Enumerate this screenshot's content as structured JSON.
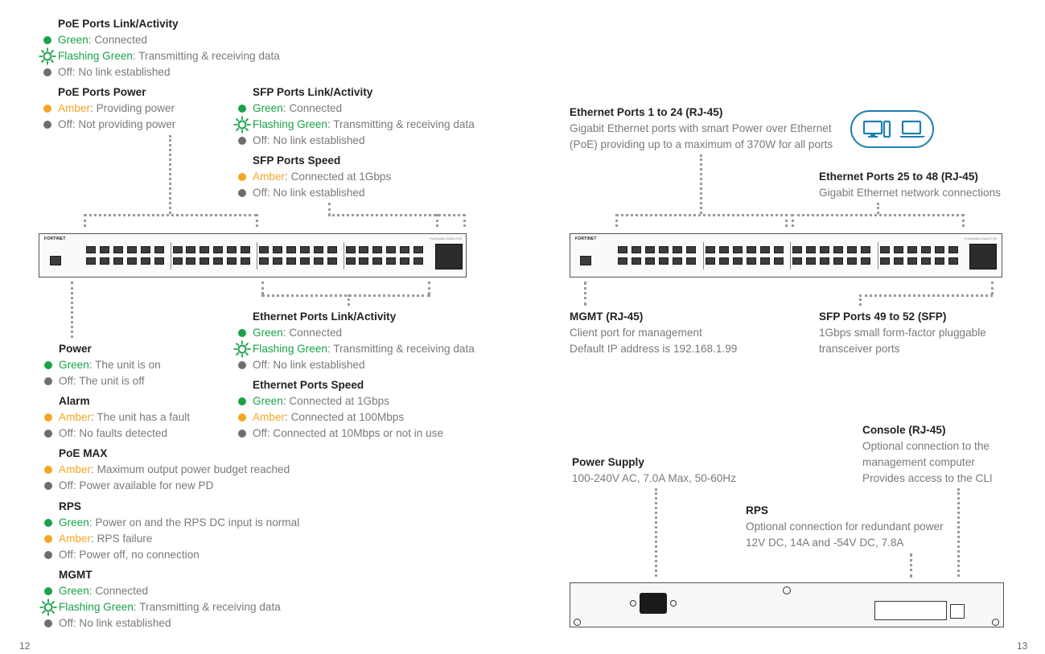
{
  "left": {
    "poe_link": {
      "title": "PoE Ports Link/Activity",
      "rows": [
        {
          "dot": "green",
          "status": "Green",
          "desc": ": Connected"
        },
        {
          "dot": "flash",
          "status": "Flashing Green",
          "desc": ": Transmitting & receiving data"
        },
        {
          "dot": "gray",
          "status": "",
          "desc": "Off: No link established"
        }
      ]
    },
    "poe_power": {
      "title": "PoE Ports Power",
      "rows": [
        {
          "dot": "amber",
          "status": "Amber",
          "desc": ": Providing power"
        },
        {
          "dot": "gray",
          "status": "",
          "desc": "Off: Not providing power"
        }
      ]
    },
    "sfp_link": {
      "title": "SFP Ports Link/Activity",
      "rows": [
        {
          "dot": "green",
          "status": "Green",
          "desc": ": Connected"
        },
        {
          "dot": "flash",
          "status": "Flashing Green",
          "desc": ": Transmitting & receiving data"
        },
        {
          "dot": "gray",
          "status": "",
          "desc": "Off: No link established"
        }
      ]
    },
    "sfp_speed": {
      "title": "SFP Ports Speed",
      "rows": [
        {
          "dot": "amber",
          "status": "Amber",
          "desc": ": Connected at 1Gbps"
        },
        {
          "dot": "gray",
          "status": "",
          "desc": "Off: No link established"
        }
      ]
    },
    "power": {
      "title": "Power",
      "rows": [
        {
          "dot": "green",
          "status": "Green",
          "desc": ": The unit is on"
        },
        {
          "dot": "gray",
          "status": "",
          "desc": "Off: The unit is off"
        }
      ]
    },
    "alarm": {
      "title": "Alarm",
      "rows": [
        {
          "dot": "amber",
          "status": "Amber",
          "desc": ": The unit has a fault"
        },
        {
          "dot": "gray",
          "status": "",
          "desc": "Off: No faults detected"
        }
      ]
    },
    "poe_max": {
      "title": "PoE MAX",
      "rows": [
        {
          "dot": "amber",
          "status": "Amber",
          "desc": ": Maximum output power budget reached"
        },
        {
          "dot": "gray",
          "status": "",
          "desc": "Off: Power available for new PD"
        }
      ]
    },
    "rps": {
      "title": "RPS",
      "rows": [
        {
          "dot": "green",
          "status": "Green",
          "desc": ": Power on and the RPS DC input is normal"
        },
        {
          "dot": "amber",
          "status": "Amber",
          "desc": ": RPS failure"
        },
        {
          "dot": "gray",
          "status": "",
          "desc": "Off: Power off, no connection"
        }
      ]
    },
    "mgmt": {
      "title": "MGMT",
      "rows": [
        {
          "dot": "green",
          "status": "Green",
          "desc": ": Connected"
        },
        {
          "dot": "flash",
          "status": "Flashing Green",
          "desc": ": Transmitting & receiving data"
        },
        {
          "dot": "gray",
          "status": "",
          "desc": "Off: No link established"
        }
      ]
    },
    "eth_link": {
      "title": "Ethernet Ports Link/Activity",
      "rows": [
        {
          "dot": "green",
          "status": "Green",
          "desc": ": Connected"
        },
        {
          "dot": "flash",
          "status": "Flashing Green",
          "desc": ": Transmitting & receiving data"
        },
        {
          "dot": "gray",
          "status": "",
          "desc": "Off: No link established"
        }
      ]
    },
    "eth_speed": {
      "title": "Ethernet Ports Speed",
      "rows": [
        {
          "dot": "green",
          "status": "Green",
          "desc": ": Connected at 1Gbps"
        },
        {
          "dot": "amber",
          "status": "Amber",
          "desc": ": Connected at 100Mbps"
        },
        {
          "dot": "gray",
          "status": "",
          "desc": "Off: Connected at 10Mbps or not in use"
        }
      ]
    },
    "page_number": "12"
  },
  "right": {
    "eth_1_24": {
      "title": "Ethernet Ports 1 to 24 (RJ-45)",
      "lines": [
        "Gigabit Ethernet ports with smart Power over Ethernet",
        "(PoE) providing up to a maximum of 370W for all ports"
      ]
    },
    "eth_25_48": {
      "title": "Ethernet Ports 25 to 48 (RJ-45)",
      "lines": [
        "Gigabit Ethernet network connections"
      ]
    },
    "mgmt": {
      "title": "MGMT (RJ-45)",
      "lines": [
        "Client port for management",
        "Default IP address is 192.168.1.99"
      ]
    },
    "sfp_49_52": {
      "title": "SFP Ports 49 to 52 (SFP)",
      "lines": [
        "1Gbps small form-factor pluggable",
        "transceiver ports"
      ]
    },
    "console": {
      "title": "Console (RJ-45)",
      "lines": [
        "Optional connection to the",
        "management computer",
        "Provides access to the CLI"
      ]
    },
    "power_supply": {
      "title": "Power Supply",
      "lines": [
        "100-240V AC, 7.0A Max, 50-60Hz"
      ]
    },
    "rps": {
      "title": "RPS",
      "lines": [
        "Optional connection for redundant power",
        "12V DC, 14A and -54V DC, 7.8A"
      ]
    },
    "page_number": "13"
  },
  "device": {
    "brand": "FORTINET",
    "model": "FortiSwitch 248D-POE"
  },
  "colors": {
    "green": "#1aa24a",
    "amber": "#f5a623",
    "off": "#6e6e6e",
    "icon_blue": "#1e7fb0"
  }
}
